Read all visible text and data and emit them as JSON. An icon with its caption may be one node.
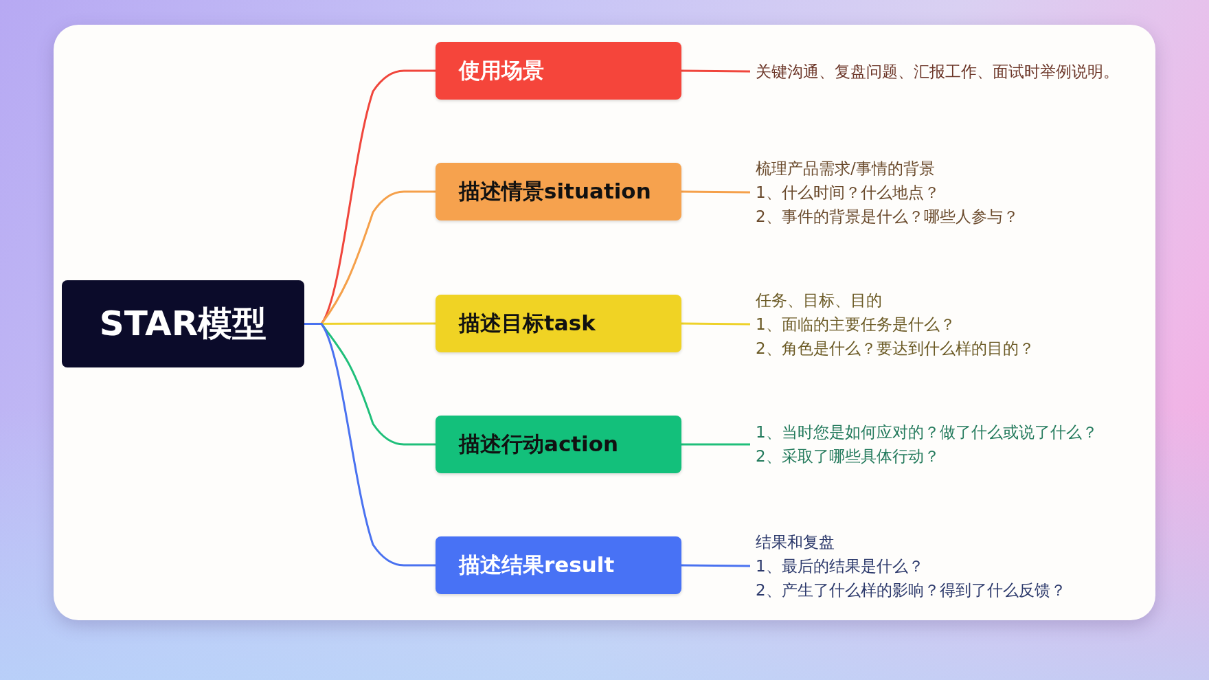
{
  "diagram": {
    "nodes": [
      {
        "text": [
          "STAR模型"
        ]
      },
      {
        "text": [
          "使用场景"
        ]
      },
      {
        "text": [
          "描述情景situation"
        ]
      },
      {
        "text": [
          "描述目标task"
        ]
      },
      {
        "text": [
          "描述行动action"
        ]
      },
      {
        "text": [
          "描述结果result"
        ]
      },
      {
        "text": [
          "关键沟通、复盘问题、汇报工作、面试时举例说明。"
        ]
      },
      {
        "text": [
          "梳理产品需求/事情的背景",
          "1、什么时间？什么地点？",
          "2、事件的背景是什么？哪些人参与？"
        ]
      },
      {
        "text": [
          "任务、目标、目的",
          "1、面临的主要任务是什么？",
          "2、角色是什么？要达到什么样的目的？"
        ]
      },
      {
        "text": [
          "1、当时您是如何应对的？做了什么或说了什么？",
          "2、采取了哪些具体行动？"
        ]
      },
      {
        "text": [
          "结果和复盘",
          "1、最后的结果是什么？",
          "2、产生了什么样的影响？得到了什么反馈？"
        ]
      }
    ],
    "edges": [
      {
        "from": 0,
        "to": 1,
        "arrow": "none",
        "color": "#f0463c"
      },
      {
        "from": 0,
        "to": 2,
        "arrow": "none",
        "color": "#f5a04a"
      },
      {
        "from": 0,
        "to": 3,
        "arrow": "none",
        "color": "#eed22a"
      },
      {
        "from": 0,
        "to": 4,
        "arrow": "none",
        "color": "#1fbf7a"
      },
      {
        "from": 0,
        "to": 5,
        "arrow": "none",
        "color": "#4a72f0"
      },
      {
        "from": 1,
        "to": 6,
        "arrow": "none",
        "color": "#f0463c"
      },
      {
        "from": 2,
        "to": 7,
        "arrow": "none",
        "color": "#f5a04a"
      },
      {
        "from": 3,
        "to": 8,
        "arrow": "none",
        "color": "#eed22a"
      },
      {
        "from": 4,
        "to": 9,
        "arrow": "none",
        "color": "#1fbf7a"
      },
      {
        "from": 5,
        "to": 10,
        "arrow": "none",
        "color": "#4a72f0"
      }
    ]
  }
}
